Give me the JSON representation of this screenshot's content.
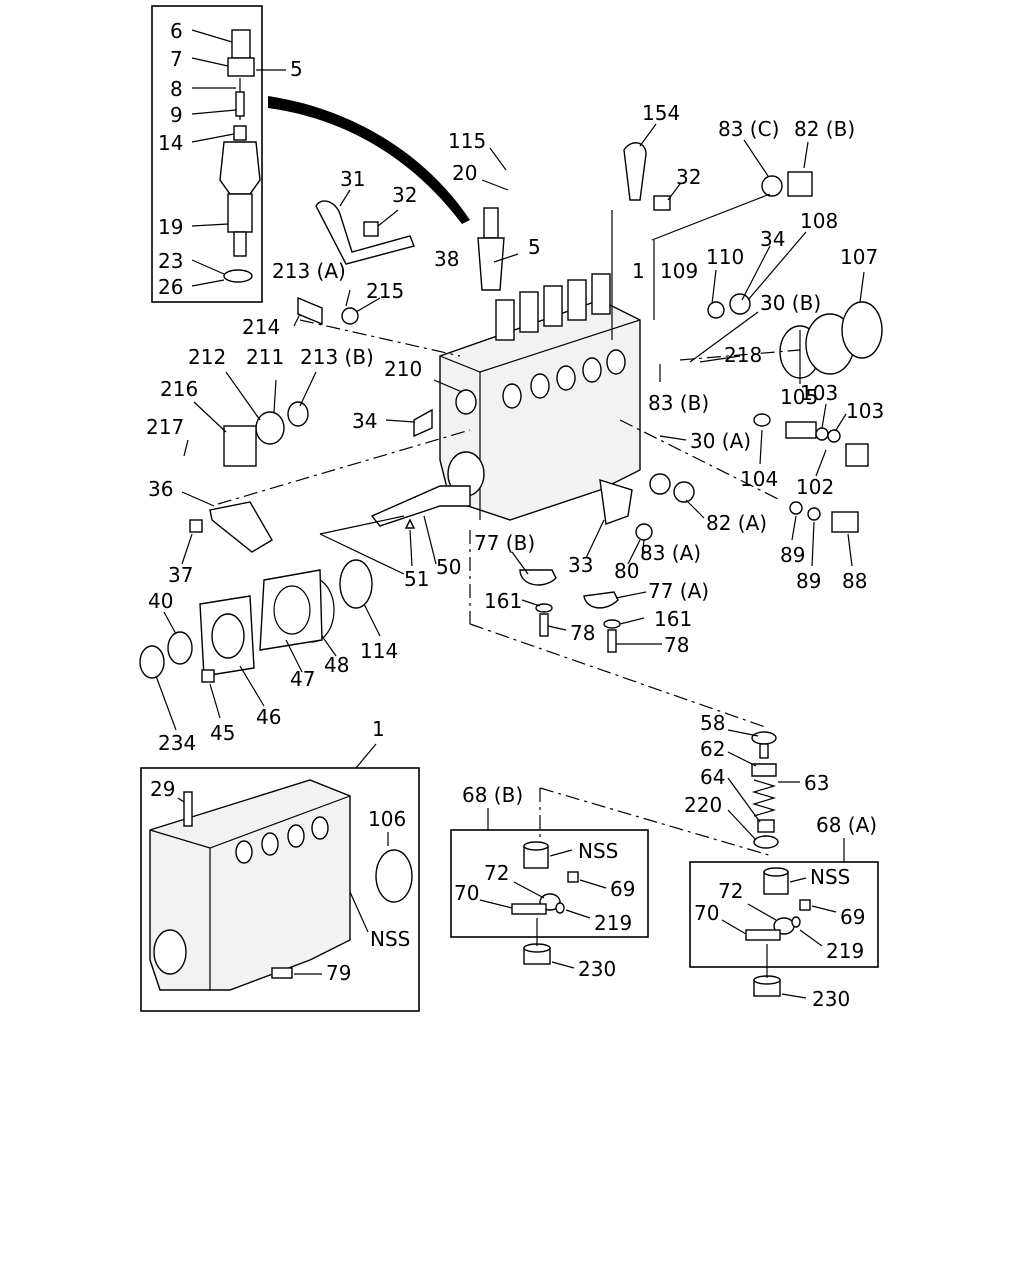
{
  "callouts": {
    "c6": "6",
    "c7": "7",
    "c5a": "5",
    "c8": "8",
    "c9": "9",
    "c14": "14",
    "c19": "19",
    "c23": "23",
    "c26": "26",
    "c115": "115",
    "c20": "20",
    "c154": "154",
    "c83c": "83 (C)",
    "c82b": "82 (B)",
    "c31": "31",
    "c32a": "32",
    "c5b": "5",
    "c32b": "32",
    "c108": "108",
    "c38": "38",
    "c1a": "1",
    "c109": "109",
    "c110": "110",
    "c34a": "34",
    "c107": "107",
    "c213a": "213 (A)",
    "c215": "215",
    "c214": "214",
    "c30b": "30 (B)",
    "c212": "212",
    "c211": "211",
    "c213b": "213 (B)",
    "c210": "210",
    "c218": "218",
    "c216": "216",
    "c105": "105",
    "c103a": "103",
    "c103b": "103",
    "c83b": "83 (B)",
    "c217": "217",
    "c34b": "34",
    "c30a": "30 (A)",
    "c104": "104",
    "c102": "102",
    "c36": "36",
    "c82a": "82 (A)",
    "c89a": "89",
    "c89b": "89",
    "c88": "88",
    "c77b": "77 (B)",
    "c33": "33",
    "c83a": "83 (A)",
    "c37": "37",
    "c51": "51",
    "c50": "50",
    "c80": "80",
    "c77a": "77 (A)",
    "c40": "40",
    "c161a": "161",
    "c161b": "161",
    "c114": "114",
    "c78a": "78",
    "c78b": "78",
    "c48": "48",
    "c47": "47",
    "c46": "46",
    "c45": "45",
    "c234": "234",
    "c1b": "1",
    "c29": "29",
    "c106": "106",
    "c79": "79",
    "cnss1": "NSS",
    "c58": "58",
    "c62": "62",
    "c63": "63",
    "c64": "64",
    "c220": "220",
    "c68b": "68 (B)",
    "c68a": "68 (A)",
    "cnss2": "NSS",
    "c72a": "72",
    "c69a": "69",
    "c70a": "70",
    "c219a": "219",
    "c230a": "230",
    "cnss3": "NSS",
    "c72b": "72",
    "c69b": "69",
    "c70b": "70",
    "c219b": "219",
    "c230b": "230"
  }
}
